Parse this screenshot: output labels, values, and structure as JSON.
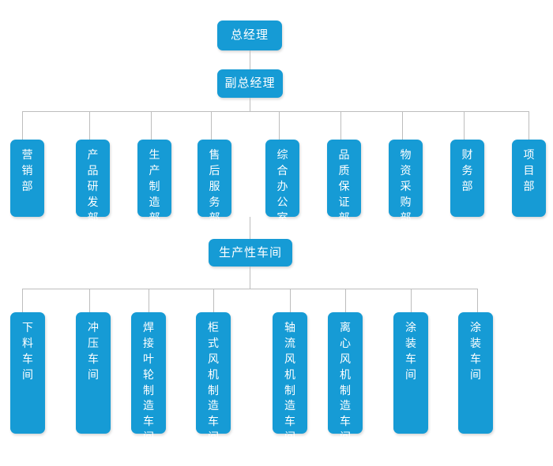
{
  "chart": {
    "type": "org-chart",
    "title": "",
    "background_color": "#ffffff",
    "node_color": "#169bd5",
    "node_text_color": "#ffffff",
    "connector_color": "#bdbdbd",
    "levels": [
      {
        "level": 1,
        "nodes": [
          {
            "id": "gm",
            "label": "总经理",
            "orientation": "horizontal"
          }
        ]
      },
      {
        "level": 2,
        "nodes": [
          {
            "id": "dgm",
            "label": "副总经理",
            "orientation": "horizontal"
          }
        ]
      },
      {
        "level": 3,
        "nodes": [
          {
            "id": "dept1",
            "label": "营销部",
            "orientation": "vertical"
          },
          {
            "id": "dept2",
            "label": "产品研发部",
            "orientation": "vertical"
          },
          {
            "id": "dept3",
            "label": "生产制造部",
            "orientation": "vertical"
          },
          {
            "id": "dept4",
            "label": "售后服务部",
            "orientation": "vertical"
          },
          {
            "id": "dept5",
            "label": "综合办公室",
            "orientation": "vertical"
          },
          {
            "id": "dept6",
            "label": "品质保证部",
            "orientation": "vertical"
          },
          {
            "id": "dept7",
            "label": "物资采购部",
            "orientation": "vertical"
          },
          {
            "id": "dept8",
            "label": "财务部",
            "orientation": "vertical"
          },
          {
            "id": "dept9",
            "label": "项目部",
            "orientation": "vertical"
          }
        ]
      },
      {
        "level": 4,
        "nodes": [
          {
            "id": "prodws",
            "label": "生产性车间",
            "orientation": "horizontal"
          }
        ]
      },
      {
        "level": 5,
        "nodes": [
          {
            "id": "ws1",
            "label": "下料车间",
            "orientation": "vertical"
          },
          {
            "id": "ws2",
            "label": "冲压车间",
            "orientation": "vertical"
          },
          {
            "id": "ws3",
            "label": "焊接叶轮制造车间",
            "orientation": "vertical"
          },
          {
            "id": "ws4",
            "label": "柜式风机制造车间",
            "orientation": "vertical"
          },
          {
            "id": "ws5",
            "label": "轴流风机制造车间",
            "orientation": "vertical"
          },
          {
            "id": "ws6",
            "label": "离心风机制造车间",
            "orientation": "vertical"
          },
          {
            "id": "ws7",
            "label": "涂装车间",
            "orientation": "vertical"
          },
          {
            "id": "ws8",
            "label": "涂装车间",
            "orientation": "vertical"
          }
        ]
      }
    ]
  }
}
